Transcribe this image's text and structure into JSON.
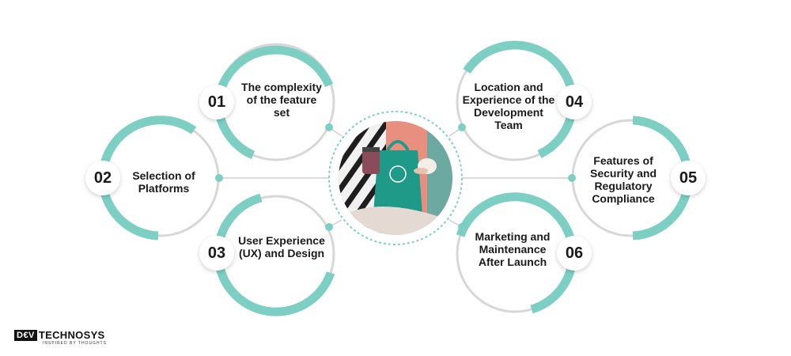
{
  "colors": {
    "accent": "#7dcfc3",
    "ring_gray": "#d7d7d7",
    "connector": "#cfcfcf"
  },
  "center": {
    "image": "photo-hands-holding-jar-and-teal-bag"
  },
  "factors": [
    {
      "number": "01",
      "label": "The complexity of the feature set"
    },
    {
      "number": "02",
      "label": "Selection of Platforms"
    },
    {
      "number": "03",
      "label": "User Experience (UX) and Design"
    },
    {
      "number": "04",
      "label": "Location and Experience of the Development Team"
    },
    {
      "number": "05",
      "label": "Features of Security and Regulatory Compliance"
    },
    {
      "number": "06",
      "label": "Marketing and Maintenance After Launch"
    }
  ],
  "logo": {
    "mark": "D€V",
    "name": "TECHNOSYS",
    "tagline": "INSPIRED BY THOUGHTS"
  }
}
